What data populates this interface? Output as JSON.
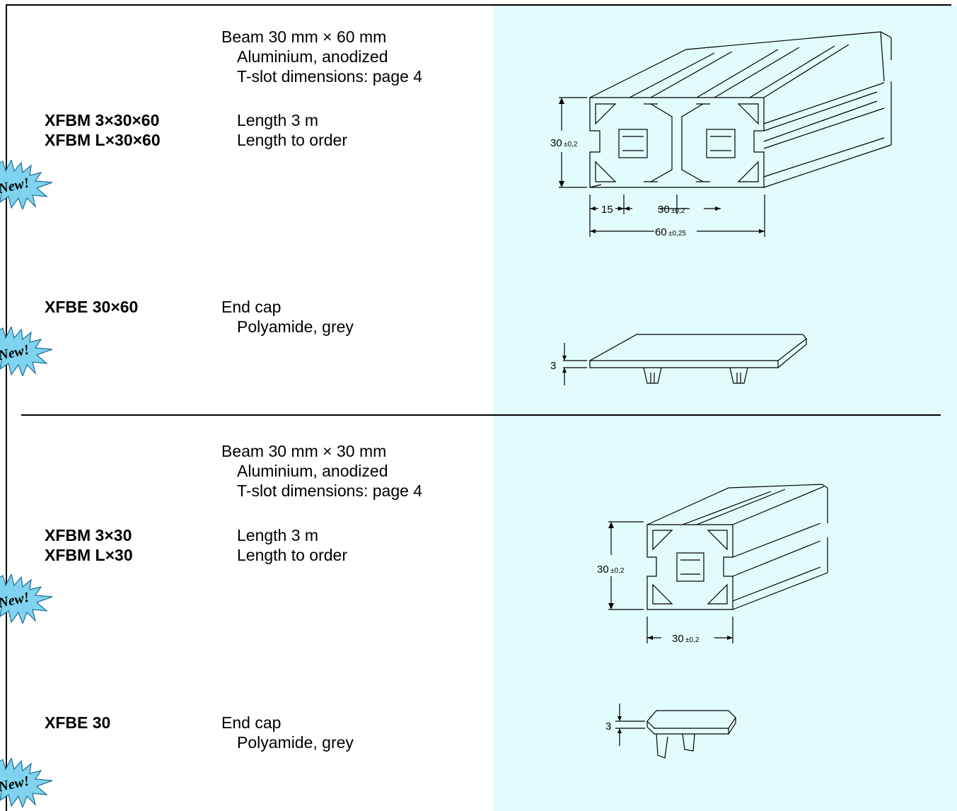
{
  "badge": {
    "text": "New!"
  },
  "section1": {
    "beam": {
      "title": "Beam 30 mm × 60 mm",
      "material": "Aluminium, anodized",
      "tslot": "T-slot dimensions: page 4",
      "codes": [
        "XFBM 3×30×60",
        "XFBM L×30×60"
      ],
      "lengths": [
        "Length 3 m",
        "Length to order"
      ]
    },
    "endcap": {
      "code": "XFBE 30×60",
      "title": "End cap",
      "material": "Polyamide, grey"
    }
  },
  "section2": {
    "beam": {
      "title": "Beam 30 mm ×  30 mm",
      "material": "Aluminium, anodized",
      "tslot": "T-slot dimensions: page 4",
      "codes": [
        "XFBM 3×30",
        "XFBM L×30"
      ],
      "lengths": [
        "Length 3 m",
        "Length to order"
      ]
    },
    "endcap": {
      "code": "XFBE 30",
      "title": "End cap",
      "material": "Polyamide, grey"
    }
  },
  "drawings": {
    "beam60": {
      "height_main": "30",
      "height_tol": "±0,2",
      "slot_offset": "15",
      "pitch_main": "30",
      "pitch_tol": "±0,2",
      "width_main": "60",
      "width_tol": "±0,25"
    },
    "cap60": {
      "thickness": "3"
    },
    "beam30": {
      "height_main": "30",
      "height_tol": "±0,2",
      "width_main": "30",
      "width_tol": "±0,2"
    },
    "cap30": {
      "thickness": "3"
    }
  },
  "colors": {
    "panel": "#e2fcfc",
    "badge": "#7fd3ee"
  }
}
